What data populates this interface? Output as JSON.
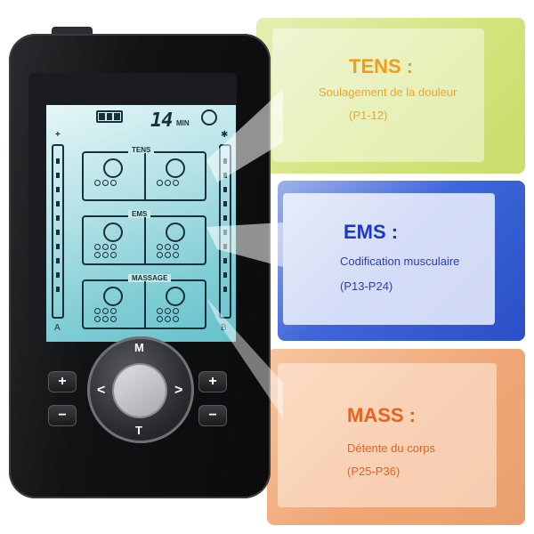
{
  "cards": {
    "tens": {
      "title": "TENS :",
      "description": "Soulagement de la douleur",
      "range": "(P1-12)"
    },
    "ems": {
      "title": "EMS :",
      "description": "Codification musculaire",
      "range": "(P13-P24)"
    },
    "mass": {
      "title": "MASS :",
      "description": "Détente du corps",
      "range": "(P25-P36)"
    }
  },
  "device": {
    "lcd": {
      "battery_icon": "battery-icon",
      "timer_value": "14",
      "timer_unit": "MIN",
      "clock_icon": "clock-icon",
      "modes": [
        "TENS",
        "EMS",
        "MASSAGE"
      ],
      "channel_a": "A",
      "channel_b": "B",
      "plus_sign": "+",
      "star_sign": "✱"
    },
    "buttons": {
      "a_plus": "+",
      "a_minus": "−",
      "b_plus": "+",
      "b_minus": "−",
      "dial_top": "M",
      "dial_bottom": "T",
      "dial_left": "<",
      "dial_right": ">"
    }
  },
  "colors": {
    "tens_accent": "#f39a19",
    "ems_accent": "#1c36c9",
    "mass_accent": "#e8611d",
    "lcd_backlight": "#7fcdd4",
    "device_body": "#111214"
  }
}
